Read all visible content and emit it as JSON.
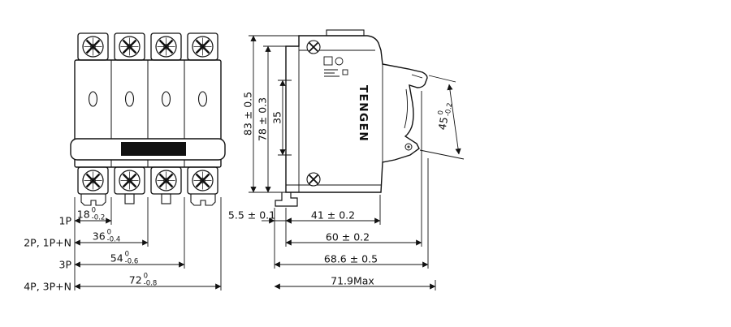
{
  "brand_label": "TENGEN",
  "front_view": {
    "pole_dimensions": [
      {
        "poles": "1P",
        "value": "18",
        "upper_tol": "0",
        "lower_tol": "-0.2"
      },
      {
        "poles": "2P, 1P+N",
        "value": "36",
        "upper_tol": "0",
        "lower_tol": "-0.4"
      },
      {
        "poles": "3P",
        "value": "54",
        "upper_tol": "0",
        "lower_tol": "-0.6"
      },
      {
        "poles": "4P, 3P+N",
        "value": "72",
        "upper_tol": "0",
        "lower_tol": "-0.8"
      }
    ]
  },
  "side_view": {
    "height_dimensions": [
      {
        "value": "83 ± 0.5"
      },
      {
        "value": "78 ± 0.3"
      },
      {
        "value": "35"
      }
    ],
    "depth_dimensions": [
      {
        "value": "5.5 ± 0.1"
      },
      {
        "value": "41 ± 0.2"
      },
      {
        "value": "60 ± 0.2"
      },
      {
        "value": "68.6 ± 0.5"
      },
      {
        "value": "71.9Max"
      }
    ],
    "front_face_dimension": {
      "value": "45",
      "upper_tol": "0",
      "lower_tol": "-0.2"
    }
  }
}
